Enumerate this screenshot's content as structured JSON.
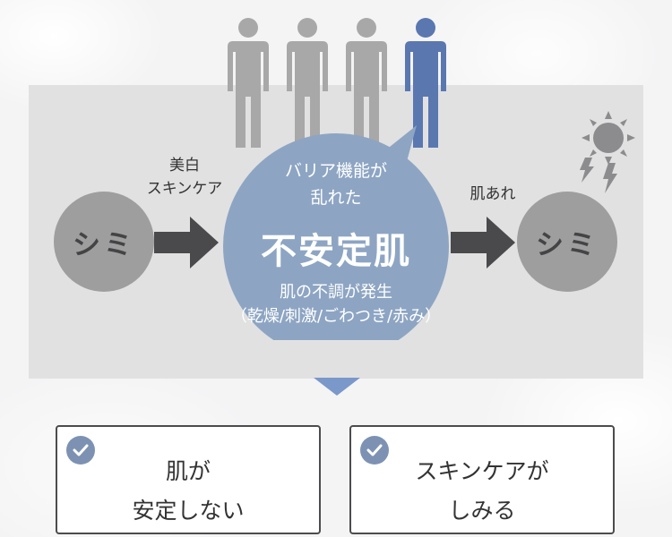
{
  "colors": {
    "panel": "#e1e1e2",
    "gray_figure": "#a8a8a9",
    "blue_figure": "#5a77b0",
    "bubble": "#8da5c3",
    "circle": "#9e9e9f",
    "arrow": "#4a4a4c",
    "triangle": "#7a98c9",
    "check": "#7d92b3"
  },
  "people": {
    "total": 4,
    "highlighted_index": 3
  },
  "left_circle": {
    "text": "シミ"
  },
  "right_circle": {
    "text": "シミ"
  },
  "left_label": {
    "line1": "美白",
    "line2": "スキンケア"
  },
  "right_label": {
    "text": "肌あれ"
  },
  "bubble": {
    "line1": "バリア機能が",
    "line2": "乱れた",
    "title": "不安定肌",
    "issue": "肌の不調が発生",
    "detail": "（乾燥/刺激/ごわつき/赤み）"
  },
  "icons": [
    "person-icon",
    "sun-icon",
    "lightning-icon",
    "arrow-right-icon",
    "check-icon"
  ],
  "cards": [
    {
      "line1": "肌が",
      "line2": "安定しない"
    },
    {
      "line1": "スキンケアが",
      "line2": "しみる"
    }
  ]
}
